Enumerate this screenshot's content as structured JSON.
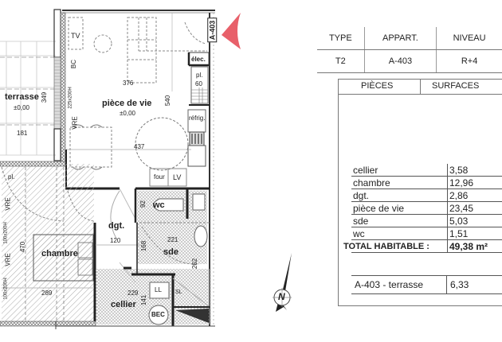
{
  "plan": {
    "entry_label": "A-403",
    "entry_arrow_color": "#e8606a",
    "rooms": {
      "terrasse": {
        "name": "terrasse",
        "level": "±0,00",
        "dim_v": "349",
        "dim_h": "181"
      },
      "piece_de_vie": {
        "name": "pièce de vie",
        "level": "±0,00",
        "dim_top": "376",
        "dim_mid": "437",
        "dim_v": "540"
      },
      "chambre": {
        "name": "chambre",
        "dim_v": "470",
        "dim_h": "289"
      },
      "dgt": {
        "name": "dgt.",
        "dim_h": "120"
      },
      "wc": {
        "name": "wc",
        "dim_v": "92"
      },
      "sde": {
        "name": "sde",
        "dim_h": "221",
        "dim_v": "168",
        "dim_v2": "262"
      },
      "cellier": {
        "name": "cellier",
        "dim_h": "229",
        "dim_v": "141"
      }
    },
    "fixtures": {
      "tv_top": "TV",
      "bc": "BC",
      "window_1": "225x200H",
      "vre_1": "VRE",
      "elec": "élec.",
      "placard": "pl.",
      "placard_dim": "60",
      "refrig": "réfrig.",
      "four": "four",
      "lv": "LV",
      "pl_chambre": "pl.",
      "vre_2": "VRE",
      "window_2": "100x200H",
      "vre_3": "VRE",
      "window_3": "100x200H",
      "ll": "LL",
      "sl": "SL",
      "bec": "BEC"
    },
    "compass": {
      "label": "N"
    }
  },
  "info": {
    "headers": [
      "TYPE",
      "APPART.",
      "NIVEAU"
    ],
    "values": [
      "T2",
      "A-403",
      "R+4"
    ]
  },
  "surfaces": {
    "col_rooms": "PIÈCES",
    "col_surfaces": "SURFACES",
    "rows": [
      {
        "room": "cellier",
        "area": "3,58"
      },
      {
        "room": "chambre",
        "area": "12,96"
      },
      {
        "room": "dgt.",
        "area": "2,86"
      },
      {
        "room": "pièce de vie",
        "area": "23,45"
      },
      {
        "room": "sde",
        "area": "5,03"
      },
      {
        "room": "wc",
        "area": "1,51"
      }
    ],
    "total_label": "TOTAL HABITABLE :",
    "total_value": "49,38 m²",
    "terrace_label": "A-403 - terrasse",
    "terrace_value": "6,33"
  }
}
